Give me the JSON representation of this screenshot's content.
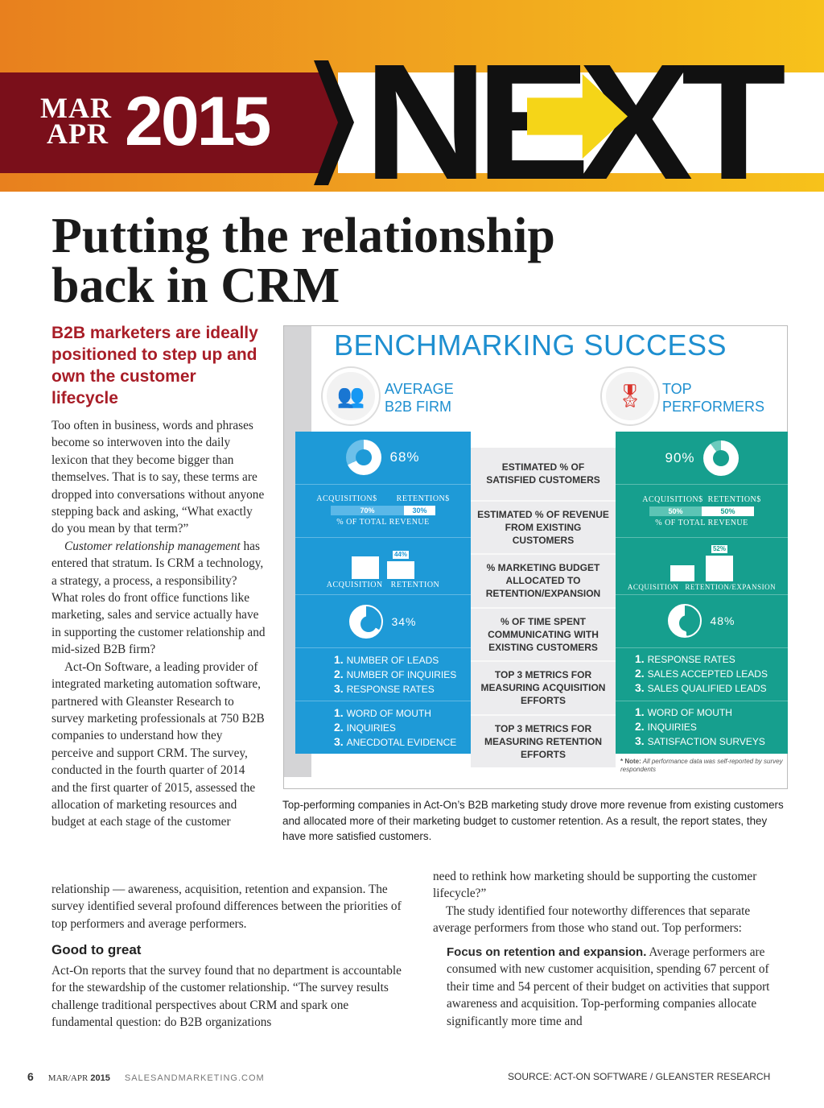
{
  "header": {
    "month1": "MAR",
    "month2": "APR",
    "year": "2015",
    "section": "NEXT"
  },
  "article": {
    "title1": "Putting the relationship",
    "title2": "back in CRM",
    "subhead": "B2B marketers are ideally positioned to step up and own the customer lifecycle",
    "p1": "Too often in business, words and phrases become so interwoven into the daily lexicon that they become bigger than themselves. That is to say, these terms are dropped into conversations without anyone stepping back and asking, “What exactly do you mean by that term?”",
    "p2_italic": "Customer relationship management",
    "p2": " has entered that stratum. Is CRM a technology, a strategy, a process, a responsibility? What roles do front office functions like marketing, sales and service actually have in supporting the customer relationship and mid-sized B2B firm?",
    "p3": "Act-On Software, a leading provider of integrated marketing automation software, partnered with Gleanster Research to survey marketing professionals at 750 B2B companies to understand how they perceive and support CRM. The survey, conducted in the fourth quarter of 2014 and the first quarter of 2015, assessed the allocation of marketing resources and budget at each stage of the customer",
    "p3_cont": "relationship — awareness, acquisition, retention and expansion. The survey identified several profound differences between the priorities of top performers and average performers.",
    "caption": "Top-performing companies in Act-On’s B2B marketing study drove more revenue from existing customers and allocated more of their marketing budget to customer retention. As a result, the report states, they have more satisfied customers.",
    "col2_p1": "need to rethink how marketing should be supporting the customer lifecycle?”",
    "col2_p2": "The study identified four noteworthy differences that separate average performers from those who stand out. Top performers:",
    "h_good": "Good to great",
    "good_p": "Act-On reports that the survey found that no department is accountable for the stewardship of the customer relationship. “The survey results challenge traditional perspectives about CRM and spark one fundamental question: do B2B organizations",
    "focus_head": "Focus on retention and expansion.",
    "focus_p": " Average performers are consumed with new customer acquisition, spending 67 percent of their time and 54 percent of their budget on activities that support awareness and acquisition. Top-performing companies allocate significantly more time and"
  },
  "infographic": {
    "title": "BENCHMARKING SUCCESS",
    "avg_label1": "AVERAGE",
    "avg_label2": "B2B FIRM",
    "top_label1": "TOP",
    "top_label2": "PERFORMERS",
    "metrics": [
      "ESTIMATED % OF SATISFIED CUSTOMERS",
      "ESTIMATED % OF REVENUE FROM EXISTING CUSTOMERS",
      "% MARKETING BUDGET ALLOCATED TO RETENTION/EXPANSION",
      "% OF TIME SPENT COMMUNICATING WITH EXISTING CUSTOMERS",
      "TOP 3 METRICS FOR MEASURING ACQUISITION EFFORTS",
      "TOP 3 METRICS FOR MEASURING RETENTION EFFORTS"
    ],
    "acq_label": "ACQUISITION$",
    "ret_label": "RETENTION$",
    "rev_label": "% OF TOTAL REVENUE",
    "average": {
      "satisfied": "68%",
      "satisfied_value": 68,
      "acq_rev": "70%",
      "ret_rev": "30%",
      "budget": "44%",
      "budget_value": 44,
      "bud_acq": "ACQUISITION",
      "bud_ret": "RETENTION",
      "time": "34%",
      "time_value": 34,
      "acq_metrics": [
        "NUMBER OF LEADS",
        "NUMBER OF INQUIRIES",
        "RESPONSE RATES"
      ],
      "ret_metrics": [
        "WORD OF MOUTH",
        "INQUIRIES",
        "ANECDOTAL EVIDENCE"
      ]
    },
    "top": {
      "satisfied": "90%",
      "satisfied_value": 90,
      "acq_rev": "50%",
      "ret_rev": "50%",
      "budget": "52%",
      "budget_value": 52,
      "bud_acq": "ACQUISITION",
      "bud_ret": "RETENTION/EXPANSION",
      "time": "48%",
      "time_value": 48,
      "acq_metrics": [
        "RESPONSE RATES",
        "SALES ACCEPTED LEADS",
        "SALES QUALIFIED LEADS"
      ],
      "ret_metrics": [
        "WORD OF MOUTH",
        "INQUIRIES",
        "SATISFACTION SURVEYS"
      ]
    },
    "note_label": "* Note:",
    "note": "All performance data was self-reported by survey respondents",
    "colors": {
      "blue": "#1e9ad7",
      "teal": "#169f8e"
    }
  },
  "footer": {
    "page": "6",
    "issue": "MAR/APR",
    "year": "2015",
    "site": "SALESANDMARKETING.COM",
    "source": "SOURCE: ACT-ON SOFTWARE / GLEANSTER RESEARCH"
  }
}
